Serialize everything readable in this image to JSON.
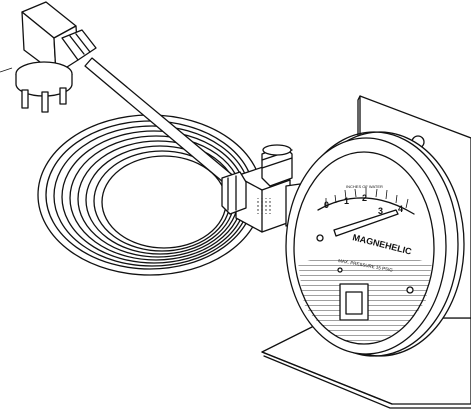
{
  "gauge": {
    "brand": "MAGNEHELIC",
    "units_label": "INCHES OF WATER",
    "max_pressure_label": "MAX. PRESSURE 15 PSIG",
    "scale_numbers": [
      "0",
      "1",
      "2",
      "3",
      "4"
    ]
  },
  "colors": {
    "line": "#111111",
    "background": "#ffffff"
  }
}
